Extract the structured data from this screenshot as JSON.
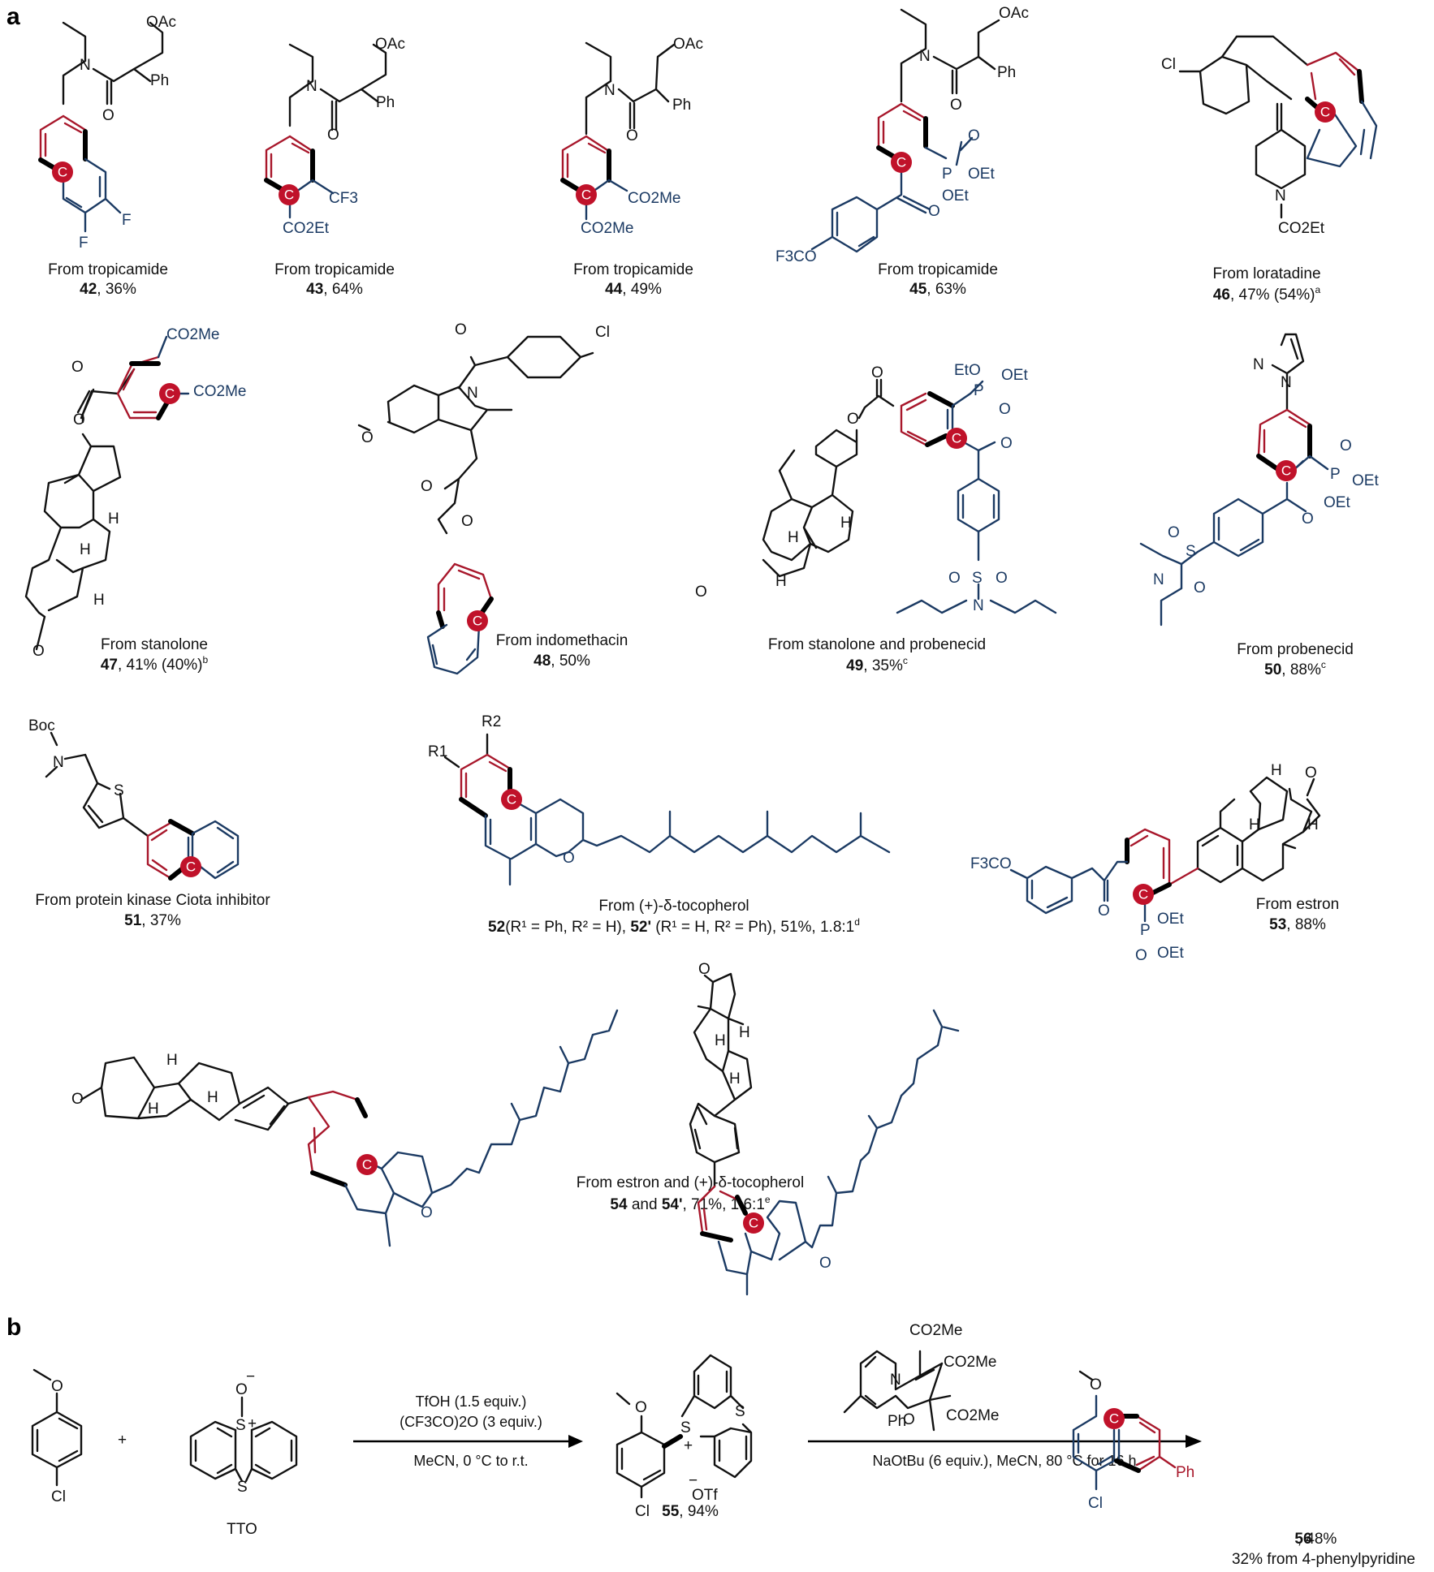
{
  "panels": {
    "a": "a",
    "b": "b"
  },
  "colors": {
    "new_ring": "#a8172b",
    "carbon_marker": "#c0122a",
    "pyridine_derived": "#1b3a63",
    "substrate": "#111111"
  },
  "marker_label": "C",
  "compounds": [
    {
      "id": "42",
      "source": "From tropicamide",
      "yield": ", 36%",
      "note": "",
      "substituents": [
        "OAc",
        "Ph",
        "N",
        "O",
        "F",
        "F"
      ]
    },
    {
      "id": "43",
      "source": "From tropicamide",
      "yield": ", 64%",
      "note": "",
      "substituents": [
        "OAc",
        "Ph",
        "N",
        "O",
        "CF3",
        "CO2Et"
      ]
    },
    {
      "id": "44",
      "source": "From tropicamide",
      "yield": ", 49%",
      "note": "",
      "substituents": [
        "OAc",
        "Ph",
        "N",
        "O",
        "CO2Me",
        "CO2Me"
      ]
    },
    {
      "id": "45",
      "source": "From tropicamide",
      "yield": ", 63%",
      "note": "",
      "substituents": [
        "OAc",
        "Ph",
        "N",
        "O",
        "O",
        "P",
        "OEt",
        "OEt",
        "F3CO"
      ]
    },
    {
      "id": "46",
      "source": "From loratadine",
      "yield": ", 47% (54%)",
      "note": "a",
      "substituents": [
        "Cl",
        "N",
        "CO2Et"
      ]
    },
    {
      "id": "47",
      "source": "From stanolone",
      "yield": ", 41% (40%)",
      "note": "b",
      "substituents": [
        "CO2Me",
        "CO2Me",
        "O",
        "O",
        "H",
        "H",
        "H",
        "O"
      ]
    },
    {
      "id": "48",
      "source": "From indomethacin",
      "yield": ", 50%",
      "note": "",
      "substituents": [
        "O",
        "Cl",
        "N",
        "O",
        "O",
        "O"
      ]
    },
    {
      "id": "49",
      "source": "From stanolone and probenecid",
      "yield": ", 35%",
      "note": "c",
      "substituents": [
        "O",
        "O",
        "EtO",
        "OEt",
        "P",
        "O",
        "O",
        "H",
        "H",
        "H",
        "O",
        "O",
        "S",
        "O",
        "N"
      ]
    },
    {
      "id": "50",
      "source": "From probenecid",
      "yield": ", 88%",
      "note": "c",
      "substituents": [
        "N",
        "N",
        "O",
        "P",
        "OEt",
        "OEt",
        "O",
        "O",
        "S",
        "O",
        "N"
      ]
    },
    {
      "id": "51",
      "source": "From protein kinase Ciota inhibitor",
      "yield": ", 37%",
      "note": "",
      "substituents": [
        "Boc",
        "N",
        "S"
      ]
    },
    {
      "id": "52",
      "source": "From (+)-δ-tocopherol",
      "yield_line": "(R¹ = Ph, R² = H), ",
      "id2": "52'",
      "yield_line2": " (R¹ = H, R² = Ph), 51%, 1.8:1",
      "note": "d",
      "substituents": [
        "R1",
        "R2",
        "O"
      ]
    },
    {
      "id": "53",
      "source": "From estron",
      "yield": ", 88%",
      "note": "",
      "substituents": [
        "O",
        "H",
        "H",
        "H",
        "F3CO",
        "O",
        "P",
        "OEt",
        "OEt",
        "O"
      ]
    },
    {
      "id": "54",
      "source": "From estron and  (+)-δ-tocopherol",
      "id2": "54'",
      "joiner": " and ",
      "yield": ", 71%, 1.6:1",
      "note": "e",
      "substituents": [
        "O",
        "H",
        "H",
        "H",
        "O"
      ]
    }
  ],
  "scheme_b": {
    "reactant1": {
      "labels": [
        "O",
        "Cl"
      ]
    },
    "plus": "+",
    "reagent": {
      "name": "TTO",
      "labels": [
        "O",
        "−",
        "S",
        "+",
        "S"
      ]
    },
    "step1": {
      "above1": "TfOH (1.5 equiv.)",
      "above2": "(CF3CO)2O (3 equiv.)",
      "below": "MeCN, 0 °C to r.t."
    },
    "intermediate": {
      "id": "55",
      "yield": ", 94%",
      "labels": [
        "O",
        "S",
        "+",
        "S",
        "−",
        "OTf",
        "Cl"
      ]
    },
    "step2": {
      "reagent_labels": [
        "CO2Me",
        "CO2Me",
        "CO2Me",
        "N",
        "O",
        "Ph"
      ],
      "below": "NaOtBu (6 equiv.), MeCN, 80 °C for 16 h"
    },
    "product": {
      "id": "56",
      "yield": ", 48%",
      "extra": "32% from 4-phenylpyridine",
      "labels": [
        "O",
        "Cl",
        "Ph"
      ]
    }
  }
}
